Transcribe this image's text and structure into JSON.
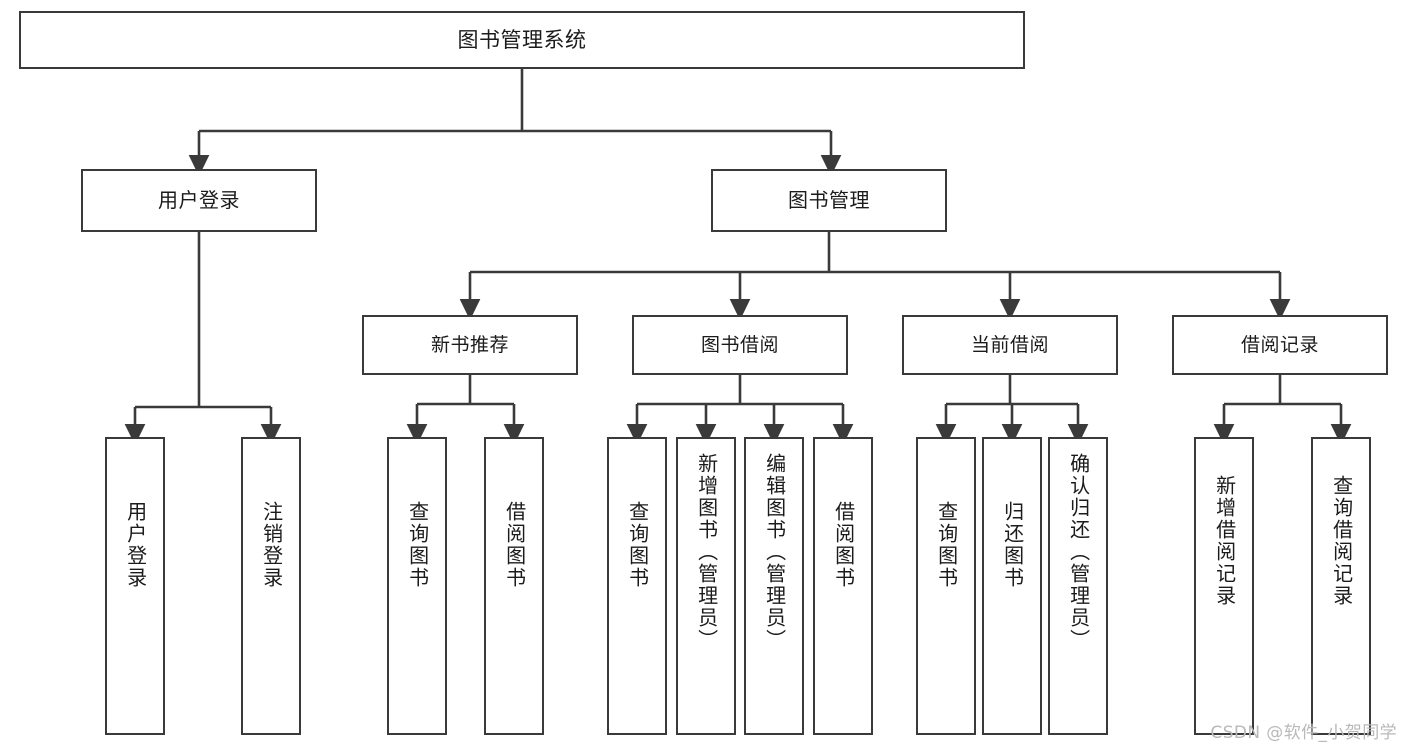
{
  "diagram": {
    "type": "tree",
    "title": "图书管理系统",
    "orientation": "top-down",
    "style": {
      "box_border_color": "#3a3a3a",
      "box_fill_color": "#ffffff",
      "edge_color": "#3a3a3a",
      "background_color": "#ffffff",
      "text_color": "#1b1b1b",
      "watermark_color": "#b9b9b9"
    },
    "levels": {
      "root": {
        "label": "图书管理系统"
      },
      "level2": [
        {
          "id": "user-login",
          "label": "用户登录"
        },
        {
          "id": "book-manage",
          "label": "图书管理"
        }
      ],
      "level3": [
        {
          "id": "new-book-recommend",
          "label": "新书推荐",
          "parent": "book-manage"
        },
        {
          "id": "book-borrow",
          "label": "图书借阅",
          "parent": "book-manage"
        },
        {
          "id": "current-borrow",
          "label": "当前借阅",
          "parent": "book-manage"
        },
        {
          "id": "borrow-record",
          "label": "借阅记录",
          "parent": "book-manage"
        }
      ],
      "leaves": [
        {
          "id": "leaf-user-login",
          "label": "用户登录",
          "parent": "user-login"
        },
        {
          "id": "leaf-user-logout",
          "label": "注销登录",
          "parent": "user-login"
        },
        {
          "id": "leaf-query-book-1",
          "label": "查询图书",
          "parent": "new-book-recommend"
        },
        {
          "id": "leaf-borrow-book-1",
          "label": "借阅图书",
          "parent": "new-book-recommend"
        },
        {
          "id": "leaf-query-book-2",
          "label": "查询图书",
          "parent": "book-borrow"
        },
        {
          "id": "leaf-add-book",
          "label": "新增图书（管理员）",
          "parent": "book-borrow"
        },
        {
          "id": "leaf-edit-book",
          "label": "编辑图书（管理员）",
          "parent": "book-borrow"
        },
        {
          "id": "leaf-borrow-book-2",
          "label": "借阅图书",
          "parent": "book-borrow"
        },
        {
          "id": "leaf-query-book-3",
          "label": "查询图书",
          "parent": "current-borrow"
        },
        {
          "id": "leaf-return-book",
          "label": "归还图书",
          "parent": "current-borrow"
        },
        {
          "id": "leaf-confirm-return",
          "label": "确认归还（管理员）",
          "parent": "current-borrow"
        },
        {
          "id": "leaf-add-record",
          "label": "新增借阅记录",
          "parent": "borrow-record"
        },
        {
          "id": "leaf-query-record",
          "label": "查询借阅记录",
          "parent": "borrow-record"
        }
      ]
    }
  },
  "watermark": {
    "text": "CSDN @软件_小贺同学"
  }
}
